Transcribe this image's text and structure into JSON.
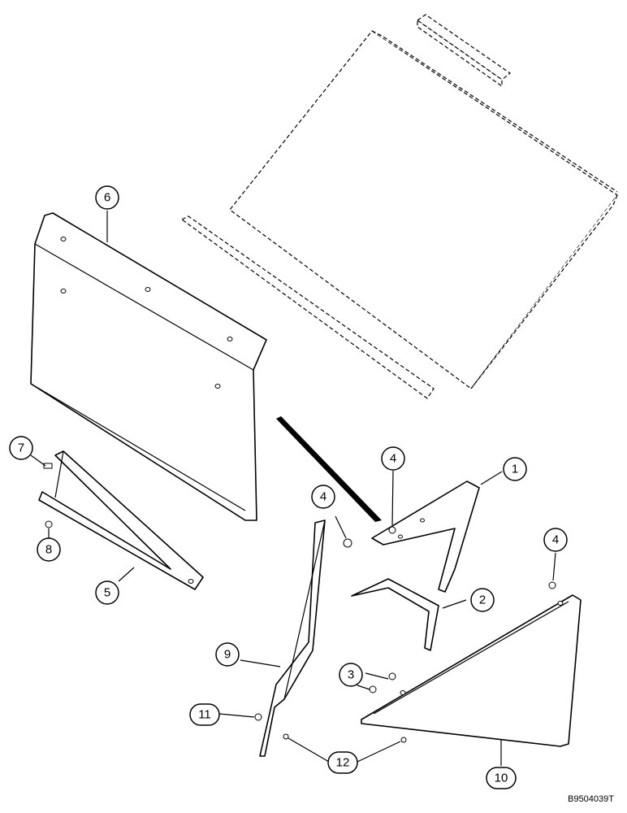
{
  "callouts": [
    {
      "id": "1",
      "label": "1"
    },
    {
      "id": "2",
      "label": "2"
    },
    {
      "id": "3",
      "label": "3"
    },
    {
      "id": "4a",
      "label": "4"
    },
    {
      "id": "4b",
      "label": "4"
    },
    {
      "id": "4c",
      "label": "4"
    },
    {
      "id": "5",
      "label": "5"
    },
    {
      "id": "6",
      "label": "6"
    },
    {
      "id": "7",
      "label": "7"
    },
    {
      "id": "8",
      "label": "8"
    },
    {
      "id": "9",
      "label": "9"
    },
    {
      "id": "10",
      "label": "10"
    },
    {
      "id": "11",
      "label": "11"
    },
    {
      "id": "12",
      "label": "12"
    }
  ],
  "reference_code": "B9504039T"
}
